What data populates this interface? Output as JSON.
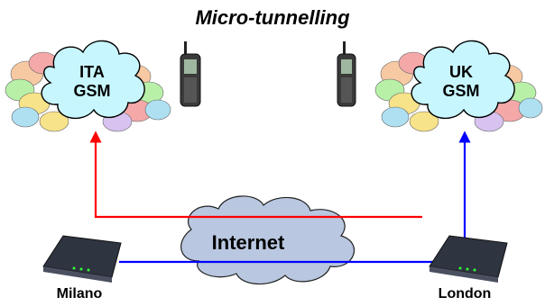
{
  "title": "Micro-tunnelling",
  "networks": {
    "left": {
      "line1": "ITA",
      "line2": "GSM"
    },
    "right": {
      "line1": "UK",
      "line2": "GSM"
    }
  },
  "internet_label": "Internet",
  "sites": {
    "left": "Milano",
    "right": "London"
  },
  "colors": {
    "red_path": "#ff0000",
    "blue_path": "#0000ff",
    "cloud_fill": "#c8f6ff",
    "internet_cloud": "#b9c7e0"
  }
}
